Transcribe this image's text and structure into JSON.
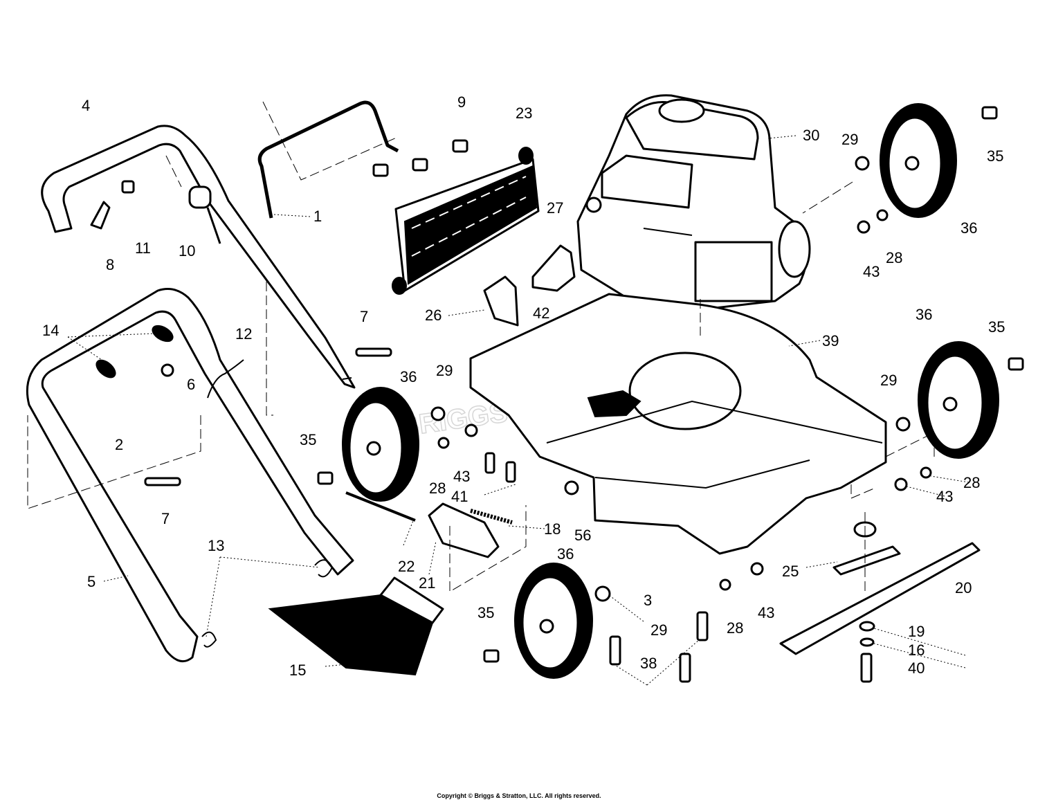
{
  "diagram": {
    "watermark": "BRIGGS & STRATTON",
    "copyright": "Copyright © Briggs & Stratton, LLC. All rights reserved.",
    "callouts": [
      {
        "id": "c1",
        "text": "1"
      },
      {
        "id": "c2",
        "text": "2"
      },
      {
        "id": "c3",
        "text": "3"
      },
      {
        "id": "c4",
        "text": "4"
      },
      {
        "id": "c5",
        "text": "5"
      },
      {
        "id": "c6",
        "text": "6"
      },
      {
        "id": "c7a",
        "text": "7"
      },
      {
        "id": "c7b",
        "text": "7"
      },
      {
        "id": "c8",
        "text": "8"
      },
      {
        "id": "c9",
        "text": "9"
      },
      {
        "id": "c10",
        "text": "10"
      },
      {
        "id": "c11",
        "text": "11"
      },
      {
        "id": "c12",
        "text": "12"
      },
      {
        "id": "c13",
        "text": "13"
      },
      {
        "id": "c14",
        "text": "14"
      },
      {
        "id": "c15",
        "text": "15"
      },
      {
        "id": "c16",
        "text": "16"
      },
      {
        "id": "c18",
        "text": "18"
      },
      {
        "id": "c19",
        "text": "19"
      },
      {
        "id": "c20",
        "text": "20"
      },
      {
        "id": "c21",
        "text": "21"
      },
      {
        "id": "c22",
        "text": "22"
      },
      {
        "id": "c23",
        "text": "23"
      },
      {
        "id": "c25",
        "text": "25"
      },
      {
        "id": "c26",
        "text": "26"
      },
      {
        "id": "c27",
        "text": "27"
      },
      {
        "id": "c28a",
        "text": "28"
      },
      {
        "id": "c28b",
        "text": "28"
      },
      {
        "id": "c28c",
        "text": "28"
      },
      {
        "id": "c28d",
        "text": "28"
      },
      {
        "id": "c29a",
        "text": "29"
      },
      {
        "id": "c29b",
        "text": "29"
      },
      {
        "id": "c29c",
        "text": "29"
      },
      {
        "id": "c29d",
        "text": "29"
      },
      {
        "id": "c30",
        "text": "30"
      },
      {
        "id": "c35a",
        "text": "35"
      },
      {
        "id": "c35b",
        "text": "35"
      },
      {
        "id": "c35c",
        "text": "35"
      },
      {
        "id": "c35d",
        "text": "35"
      },
      {
        "id": "c36a",
        "text": "36"
      },
      {
        "id": "c36b",
        "text": "36"
      },
      {
        "id": "c36c",
        "text": "36"
      },
      {
        "id": "c36d",
        "text": "36"
      },
      {
        "id": "c38",
        "text": "38"
      },
      {
        "id": "c39",
        "text": "39"
      },
      {
        "id": "c40",
        "text": "40"
      },
      {
        "id": "c41",
        "text": "41"
      },
      {
        "id": "c42",
        "text": "42"
      },
      {
        "id": "c43a",
        "text": "43"
      },
      {
        "id": "c43b",
        "text": "43"
      },
      {
        "id": "c43c",
        "text": "43"
      },
      {
        "id": "c43d",
        "text": "43"
      },
      {
        "id": "c56",
        "text": "56"
      }
    ]
  }
}
